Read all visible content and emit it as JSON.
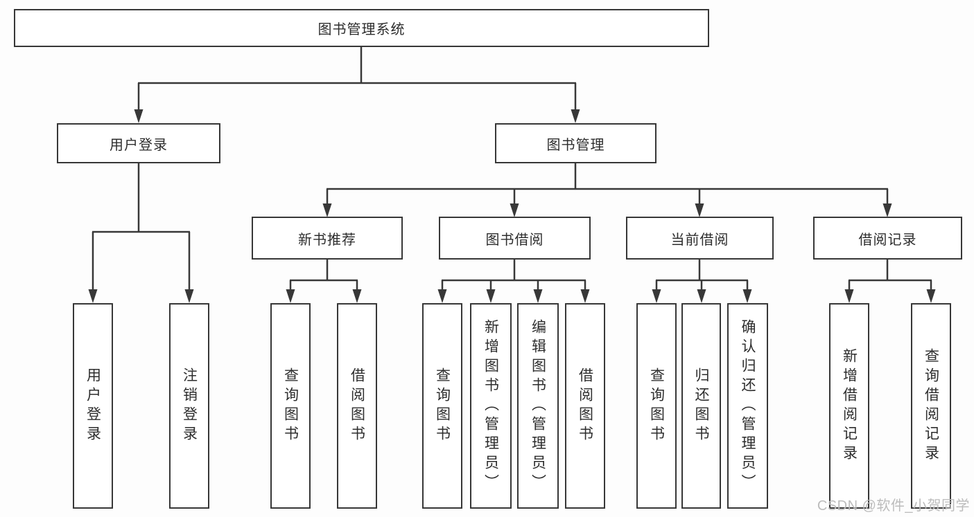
{
  "colors": {
    "background": "#fdfdfd",
    "line": "#383838",
    "box_border": "#373737",
    "text": "#2d2d2d",
    "watermark": "#bcbcbc"
  },
  "watermark": {
    "text": "CSDN @软件_小贺同学"
  },
  "tree": {
    "root": {
      "label": "图书管理系统",
      "children": [
        {
          "label": "用户登录",
          "children": [
            {
              "label": "用户登录"
            },
            {
              "label": "注销登录"
            }
          ]
        },
        {
          "label": "图书管理",
          "children": [
            {
              "label": "新书推荐",
              "children": [
                {
                  "label": "查询图书"
                },
                {
                  "label": "借阅图书"
                }
              ]
            },
            {
              "label": "图书借阅",
              "children": [
                {
                  "label": "查询图书"
                },
                {
                  "label": "新增图书（管理员）"
                },
                {
                  "label": "编辑图书（管理员）"
                },
                {
                  "label": "借阅图书"
                }
              ]
            },
            {
              "label": "当前借阅",
              "children": [
                {
                  "label": "查询图书"
                },
                {
                  "label": "归还图书"
                },
                {
                  "label": "确认归还（管理员）"
                }
              ]
            },
            {
              "label": "借阅记录",
              "children": [
                {
                  "label": "新增借阅记录"
                },
                {
                  "label": "查询借阅记录"
                }
              ]
            }
          ]
        }
      ]
    }
  }
}
